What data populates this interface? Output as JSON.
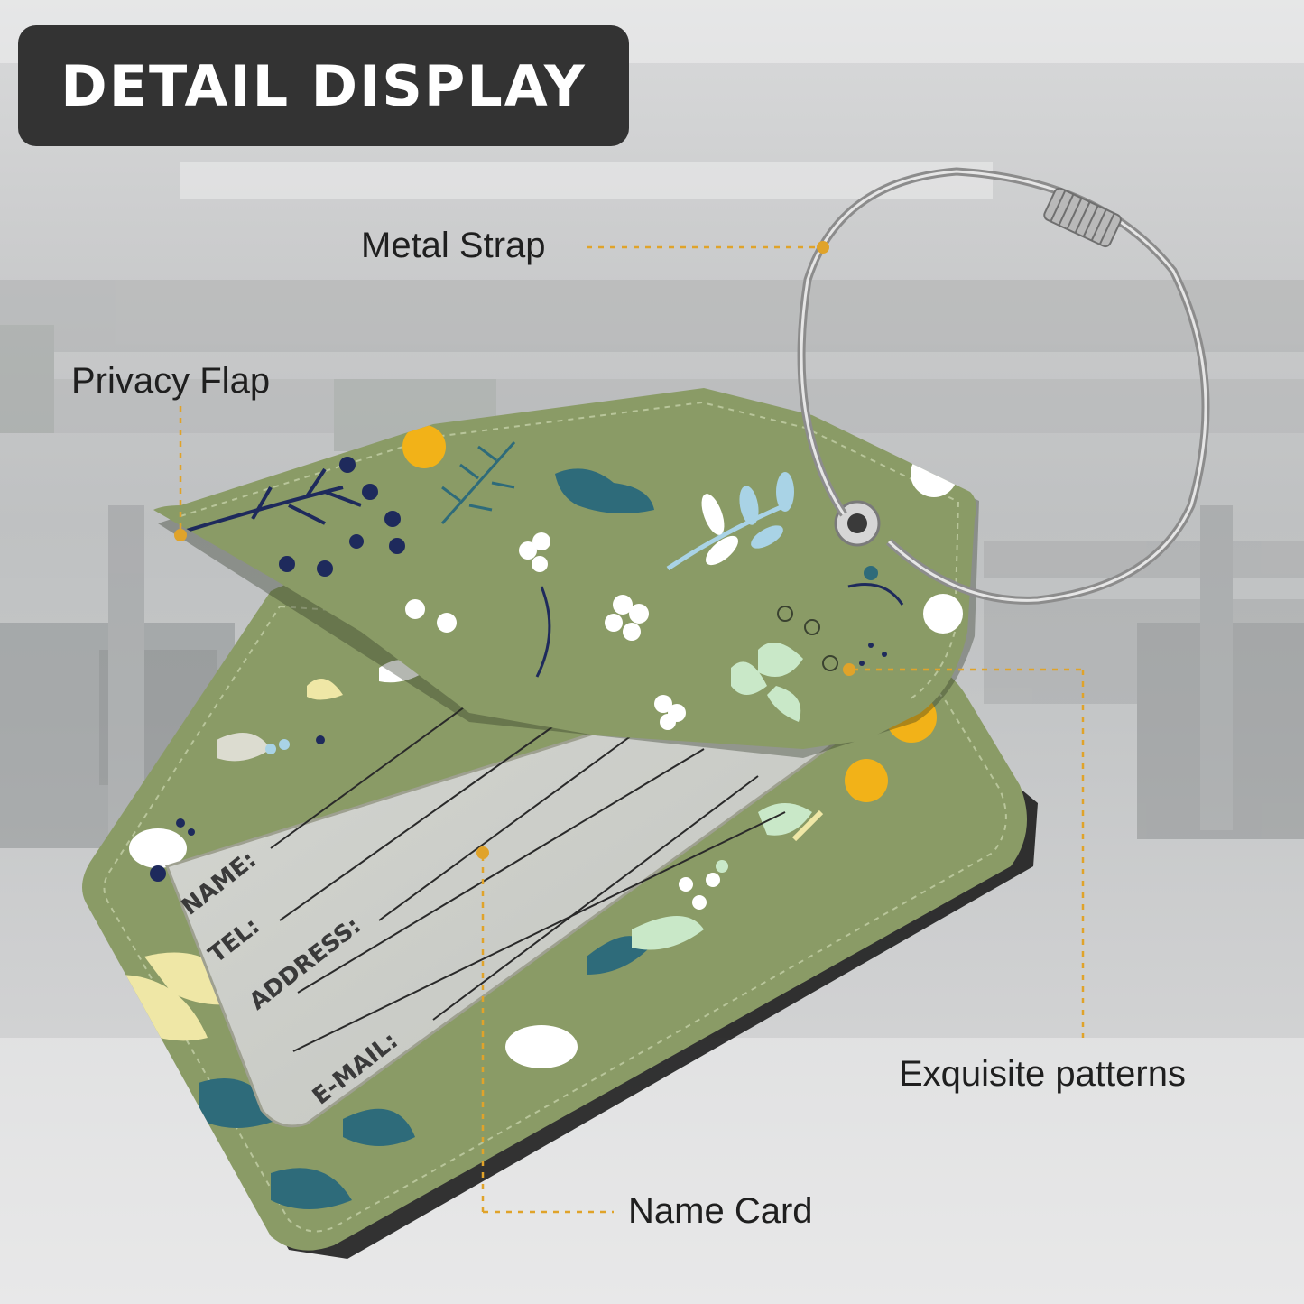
{
  "title": "DETAIL DISPLAY",
  "callouts": {
    "metal_strap": "Metal Strap",
    "privacy_flap": "Privacy Flap",
    "exquisite_patterns": "Exquisite patterns",
    "name_card": "Name Card"
  },
  "card_fields": [
    "NAME:",
    "TEL:",
    "ADDRESS:",
    "E-MAIL:"
  ],
  "colors": {
    "title_bg": "#333333",
    "title_text": "#ffffff",
    "leader_line": "#e0a32a",
    "tag_green": "#8a9b66",
    "flower_yellow": "#f2b218",
    "flower_navy": "#1e2a5c",
    "leaf_teal": "#2e6b7a",
    "leaf_light_blue": "#a9d3e6",
    "leaf_pale_green": "#c9e8c8",
    "leaf_pale_yellow": "#efe7a6"
  },
  "icons": [
    "metal-cable-ring-icon",
    "screw-lock-icon",
    "eyelet-icon"
  ]
}
